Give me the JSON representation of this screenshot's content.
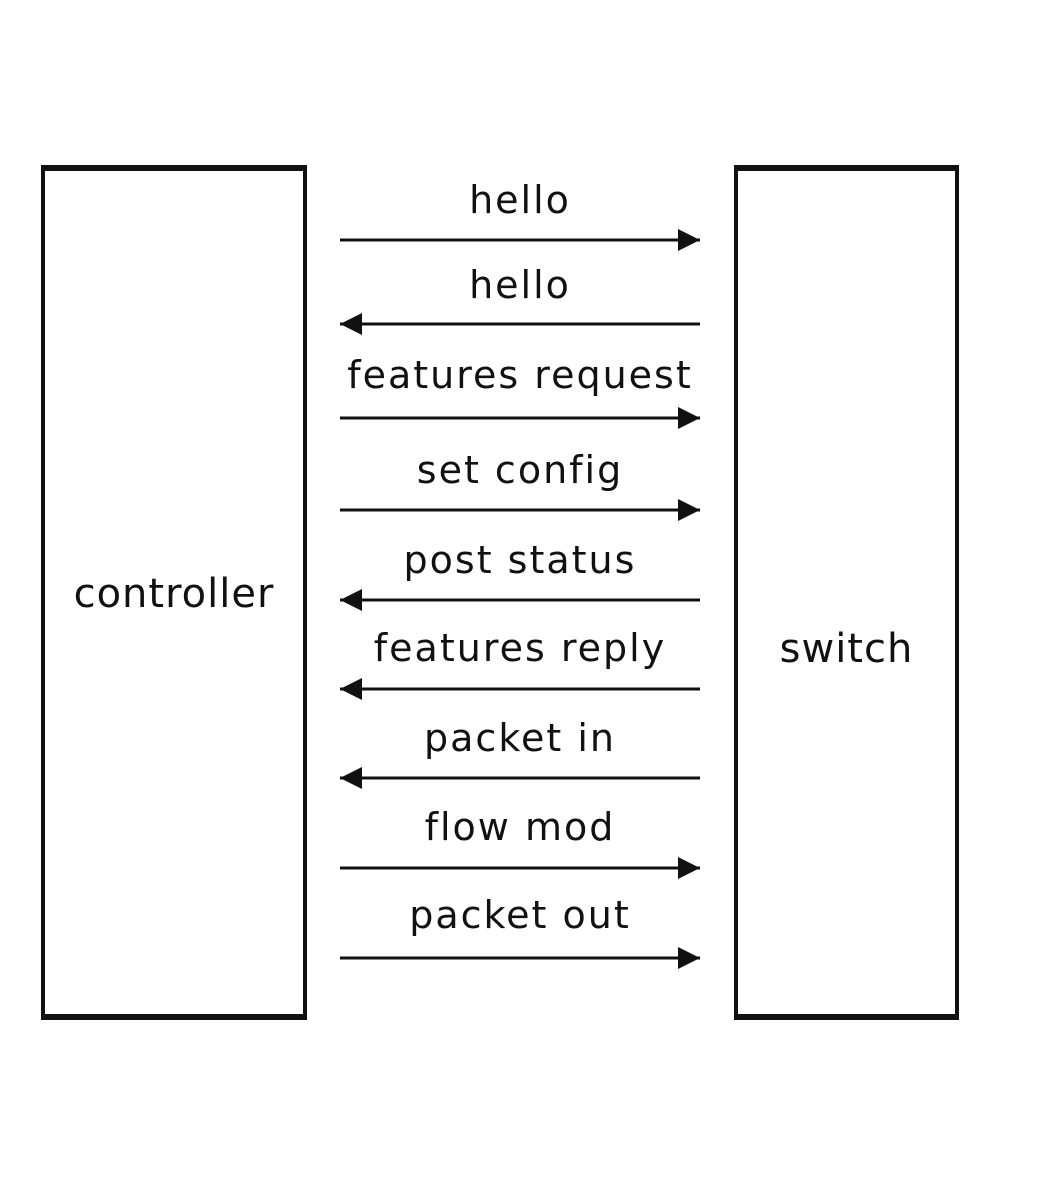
{
  "diagram": {
    "entities": {
      "controller": "controller",
      "switch": "switch"
    },
    "messages": [
      {
        "label": "hello",
        "direction": "to-switch"
      },
      {
        "label": "hello",
        "direction": "to-controller"
      },
      {
        "label": "features request",
        "direction": "to-switch"
      },
      {
        "label": "set config",
        "direction": "to-switch"
      },
      {
        "label": "post status",
        "direction": "to-controller"
      },
      {
        "label": "features reply",
        "direction": "to-controller"
      },
      {
        "label": "packet in",
        "direction": "to-controller"
      },
      {
        "label": "flow mod",
        "direction": "to-switch"
      },
      {
        "label": "packet out",
        "direction": "to-switch"
      }
    ],
    "colors": {
      "ink": "#111111",
      "background": "#ffffff"
    }
  }
}
